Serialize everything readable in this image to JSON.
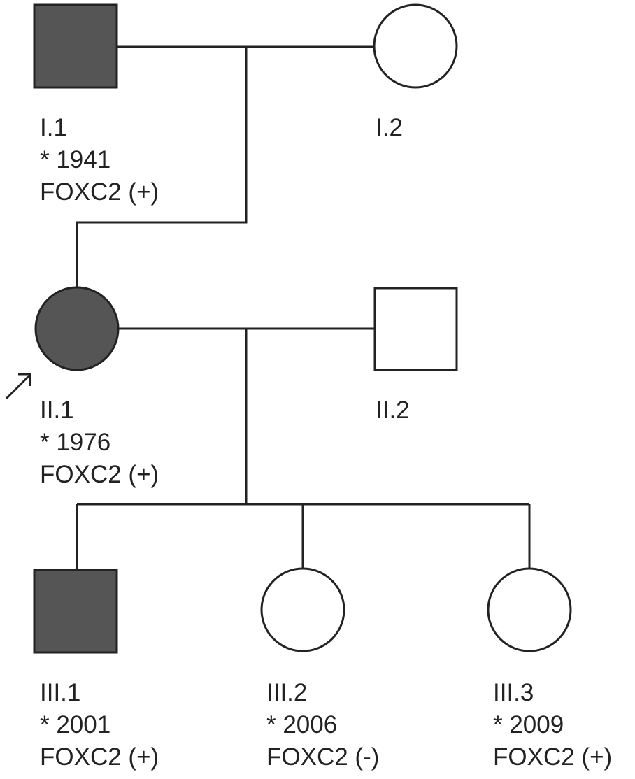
{
  "diagram": {
    "type": "pedigree",
    "gene": "FOXC2",
    "colors": {
      "affected_fill": "#555555",
      "line": "#222222",
      "unaffected_fill": "#ffffff"
    },
    "proband": "II.1",
    "individuals": [
      {
        "id": "I.1",
        "sex": "male",
        "affected": true,
        "birth": "* 1941",
        "status": "FOXC2 (+)"
      },
      {
        "id": "I.2",
        "sex": "female",
        "affected": false,
        "birth": "",
        "status": ""
      },
      {
        "id": "II.1",
        "sex": "female",
        "affected": true,
        "birth": "* 1976",
        "status": "FOXC2 (+)",
        "proband": true
      },
      {
        "id": "II.2",
        "sex": "male",
        "affected": false,
        "birth": "",
        "status": ""
      },
      {
        "id": "III.1",
        "sex": "male",
        "affected": true,
        "birth": "* 2001",
        "status": "FOXC2 (+)"
      },
      {
        "id": "III.2",
        "sex": "female",
        "affected": false,
        "birth": "* 2006",
        "status": "FOXC2 (-)"
      },
      {
        "id": "III.3",
        "sex": "female",
        "affected": false,
        "birth": "* 2009",
        "status": "FOXC2 (+)"
      }
    ],
    "couples": [
      [
        "I.1",
        "I.2"
      ],
      [
        "II.1",
        "II.2"
      ]
    ],
    "children": {
      "I.1+I.2": [
        "II.1"
      ],
      "II.1+II.2": [
        "III.1",
        "III.2",
        "III.3"
      ]
    }
  }
}
